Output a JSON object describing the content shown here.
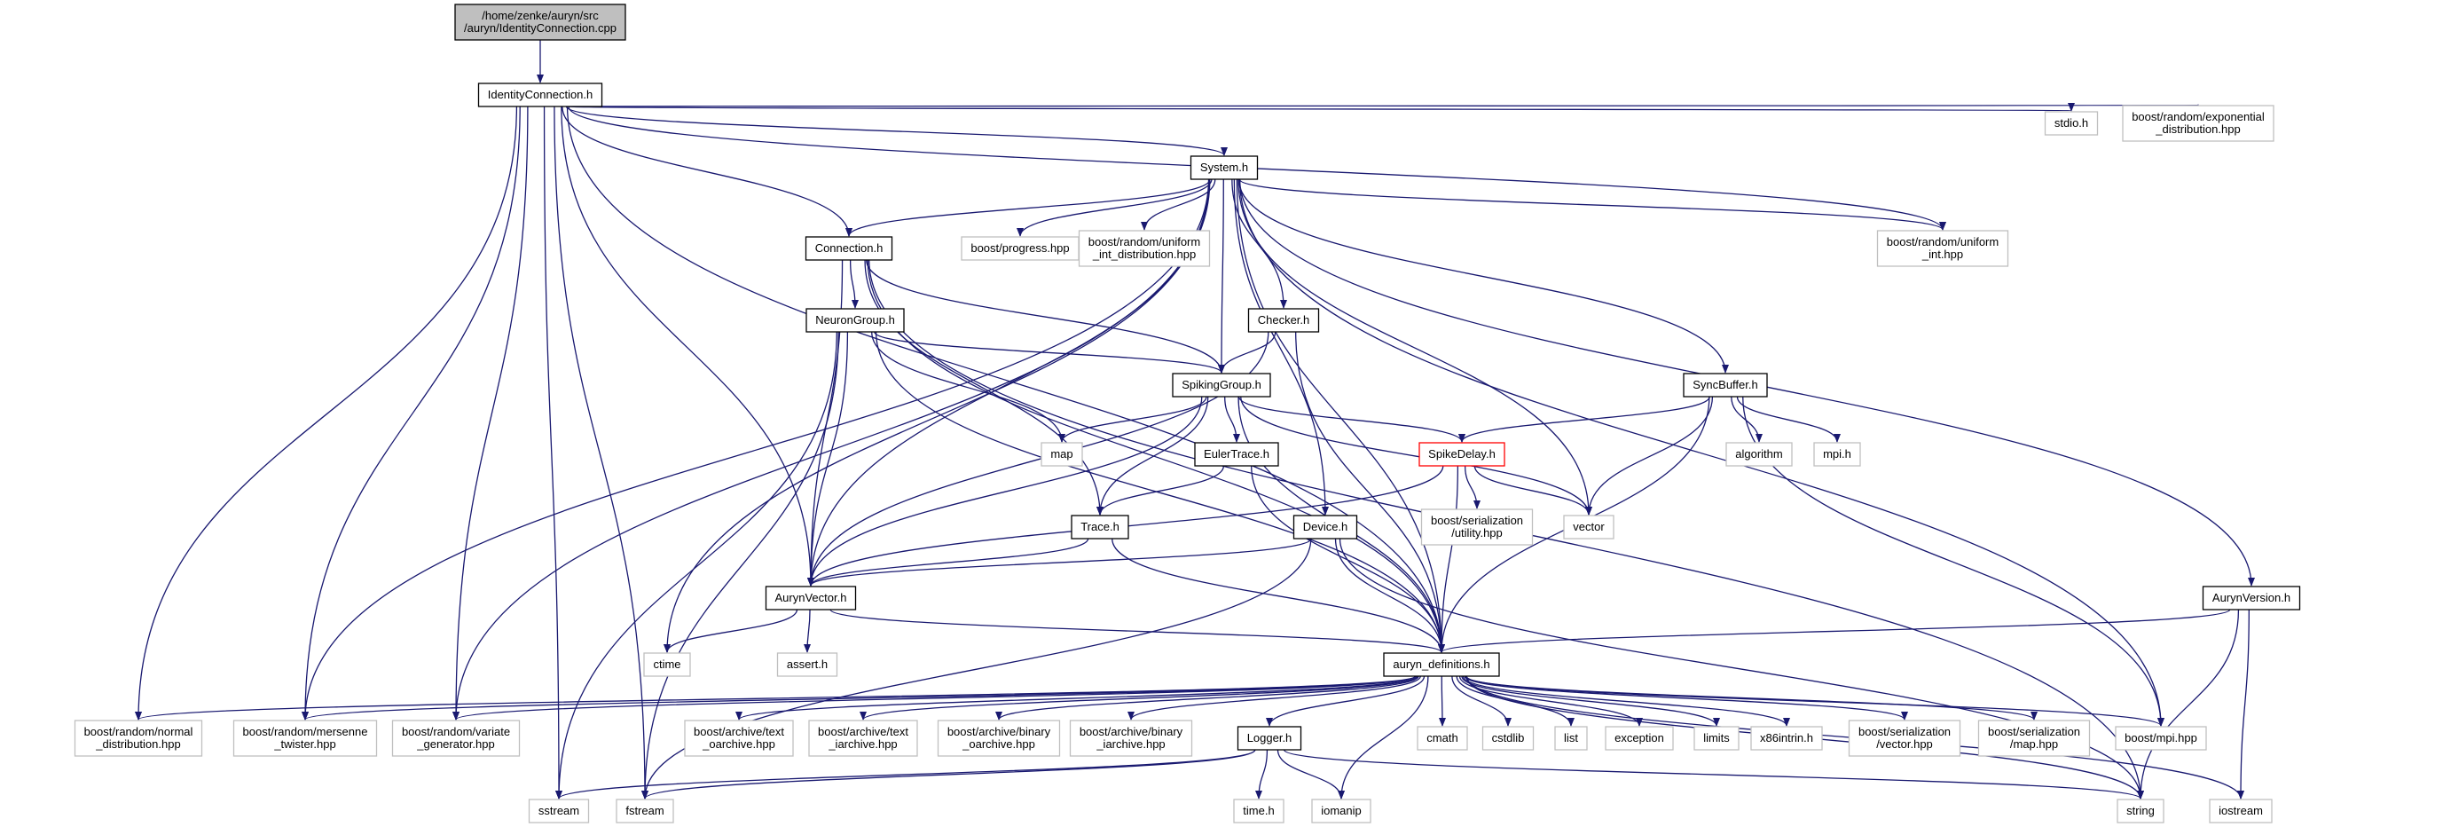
{
  "graph": {
    "title": "",
    "colors": {
      "edge": "#191970",
      "node_border_documented": "#000000",
      "node_border_undocumented": "#bfbfbf",
      "node_border_truncated": "#ff0000",
      "root_fill": "#bfbfbf"
    },
    "nodes": [
      {
        "id": "root",
        "lines": [
          "/home/zenke/auryn/src",
          "/auryn/IdentityConnection.cpp"
        ],
        "style": "root"
      },
      {
        "id": "identityconnection",
        "lines": [
          "IdentityConnection.h"
        ],
        "style": "documented"
      },
      {
        "id": "system",
        "lines": [
          "System.h"
        ],
        "style": "documented"
      },
      {
        "id": "connection",
        "lines": [
          "Connection.h"
        ],
        "style": "documented"
      },
      {
        "id": "neurongroup",
        "lines": [
          "NeuronGroup.h"
        ],
        "style": "documented"
      },
      {
        "id": "checker",
        "lines": [
          "Checker.h"
        ],
        "style": "documented"
      },
      {
        "id": "spikinggroup",
        "lines": [
          "SpikingGroup.h"
        ],
        "style": "documented"
      },
      {
        "id": "eulertrace",
        "lines": [
          "EulerTrace.h"
        ],
        "style": "documented"
      },
      {
        "id": "spikedelay",
        "lines": [
          "SpikeDelay.h"
        ],
        "style": "truncated"
      },
      {
        "id": "syncbuffer",
        "lines": [
          "SyncBuffer.h"
        ],
        "style": "documented"
      },
      {
        "id": "trace",
        "lines": [
          "Trace.h"
        ],
        "style": "documented"
      },
      {
        "id": "device",
        "lines": [
          "Device.h"
        ],
        "style": "documented"
      },
      {
        "id": "aurynvector",
        "lines": [
          "AurynVector.h"
        ],
        "style": "documented"
      },
      {
        "id": "aurynversion",
        "lines": [
          "AurynVersion.h"
        ],
        "style": "documented"
      },
      {
        "id": "auryndefinitions",
        "lines": [
          "auryn_definitions.h"
        ],
        "style": "documented"
      },
      {
        "id": "logger",
        "lines": [
          "Logger.h"
        ],
        "style": "documented"
      },
      {
        "id": "stdio",
        "lines": [
          "stdio.h"
        ],
        "style": "external"
      },
      {
        "id": "boostexp",
        "lines": [
          "boost/random/exponential",
          "_distribution.hpp"
        ],
        "style": "external"
      },
      {
        "id": "boostprogress",
        "lines": [
          "boost/progress.hpp"
        ],
        "style": "external"
      },
      {
        "id": "boostuid",
        "lines": [
          "boost/random/uniform",
          "_int_distribution.hpp"
        ],
        "style": "external"
      },
      {
        "id": "boostuint",
        "lines": [
          "boost/random/uniform",
          "_int.hpp"
        ],
        "style": "external"
      },
      {
        "id": "map",
        "lines": [
          "map"
        ],
        "style": "external"
      },
      {
        "id": "algorithm",
        "lines": [
          "algorithm"
        ],
        "style": "external"
      },
      {
        "id": "mpih",
        "lines": [
          "mpi.h"
        ],
        "style": "external"
      },
      {
        "id": "boostserutil",
        "lines": [
          "boost/serialization",
          "/utility.hpp"
        ],
        "style": "external"
      },
      {
        "id": "vector",
        "lines": [
          "vector"
        ],
        "style": "external"
      },
      {
        "id": "ctime",
        "lines": [
          "ctime"
        ],
        "style": "external"
      },
      {
        "id": "asserth",
        "lines": [
          "assert.h"
        ],
        "style": "external"
      },
      {
        "id": "boostnormal",
        "lines": [
          "boost/random/normal",
          "_distribution.hpp"
        ],
        "style": "external"
      },
      {
        "id": "boostmt",
        "lines": [
          "boost/random/mersenne",
          "_twister.hpp"
        ],
        "style": "external"
      },
      {
        "id": "boostvg",
        "lines": [
          "boost/random/variate",
          "_generator.hpp"
        ],
        "style": "external"
      },
      {
        "id": "boosttextoa",
        "lines": [
          "boost/archive/text",
          "_oarchive.hpp"
        ],
        "style": "external"
      },
      {
        "id": "boosttextia",
        "lines": [
          "boost/archive/text",
          "_iarchive.hpp"
        ],
        "style": "external"
      },
      {
        "id": "boostbinoa",
        "lines": [
          "boost/archive/binary",
          "_oarchive.hpp"
        ],
        "style": "external"
      },
      {
        "id": "boostbinia",
        "lines": [
          "boost/archive/binary",
          "_iarchive.hpp"
        ],
        "style": "external"
      },
      {
        "id": "cmath",
        "lines": [
          "cmath"
        ],
        "style": "external"
      },
      {
        "id": "cstdlib",
        "lines": [
          "cstdlib"
        ],
        "style": "external"
      },
      {
        "id": "list",
        "lines": [
          "list"
        ],
        "style": "external"
      },
      {
        "id": "exception",
        "lines": [
          "exception"
        ],
        "style": "external"
      },
      {
        "id": "limits",
        "lines": [
          "limits"
        ],
        "style": "external"
      },
      {
        "id": "x86intrin",
        "lines": [
          "x86intrin.h"
        ],
        "style": "external"
      },
      {
        "id": "boostservector",
        "lines": [
          "boost/serialization",
          "/vector.hpp"
        ],
        "style": "external"
      },
      {
        "id": "boostsermap",
        "lines": [
          "boost/serialization",
          "/map.hpp"
        ],
        "style": "external"
      },
      {
        "id": "boostmpi",
        "lines": [
          "boost/mpi.hpp"
        ],
        "style": "external"
      },
      {
        "id": "sstream",
        "lines": [
          "sstream"
        ],
        "style": "external"
      },
      {
        "id": "fstream",
        "lines": [
          "fstream"
        ],
        "style": "external"
      },
      {
        "id": "timeh",
        "lines": [
          "time.h"
        ],
        "style": "external"
      },
      {
        "id": "iomanip",
        "lines": [
          "iomanip"
        ],
        "style": "external"
      },
      {
        "id": "string",
        "lines": [
          "string"
        ],
        "style": "external"
      },
      {
        "id": "iostream",
        "lines": [
          "iostream"
        ],
        "style": "external"
      }
    ],
    "edges": [
      [
        "root",
        "identityconnection"
      ],
      [
        "identityconnection",
        "system"
      ],
      [
        "identityconnection",
        "connection"
      ],
      [
        "identityconnection",
        "aurynvector"
      ],
      [
        "identityconnection",
        "auryndefinitions"
      ],
      [
        "identityconnection",
        "stdio"
      ],
      [
        "identityconnection",
        "boostexp"
      ],
      [
        "identityconnection",
        "boostuint"
      ],
      [
        "identityconnection",
        "boostnormal"
      ],
      [
        "identityconnection",
        "boostmt"
      ],
      [
        "identityconnection",
        "boostvg"
      ],
      [
        "identityconnection",
        "sstream"
      ],
      [
        "identityconnection",
        "fstream"
      ],
      [
        "system",
        "connection"
      ],
      [
        "system",
        "checker"
      ],
      [
        "system",
        "spikinggroup"
      ],
      [
        "system",
        "syncbuffer"
      ],
      [
        "system",
        "device"
      ],
      [
        "system",
        "aurynvector"
      ],
      [
        "system",
        "aurynversion"
      ],
      [
        "system",
        "auryndefinitions"
      ],
      [
        "system",
        "boostprogress"
      ],
      [
        "system",
        "boostuid"
      ],
      [
        "system",
        "boostuint"
      ],
      [
        "system",
        "vector"
      ],
      [
        "system",
        "ctime"
      ],
      [
        "system",
        "boostmt"
      ],
      [
        "system",
        "boostvg"
      ],
      [
        "system",
        "boostmpi"
      ],
      [
        "connection",
        "neurongroup"
      ],
      [
        "connection",
        "spikinggroup"
      ],
      [
        "connection",
        "trace"
      ],
      [
        "connection",
        "aurynvector"
      ],
      [
        "connection",
        "auryndefinitions"
      ],
      [
        "connection",
        "string"
      ],
      [
        "neurongroup",
        "spikinggroup"
      ],
      [
        "neurongroup",
        "aurynvector"
      ],
      [
        "neurongroup",
        "auryndefinitions"
      ],
      [
        "neurongroup",
        "map"
      ],
      [
        "neurongroup",
        "sstream"
      ],
      [
        "neurongroup",
        "fstream"
      ],
      [
        "checker",
        "spikinggroup"
      ],
      [
        "checker",
        "aurynvector"
      ],
      [
        "checker",
        "auryndefinitions"
      ],
      [
        "spikinggroup",
        "eulertrace"
      ],
      [
        "spikinggroup",
        "spikedelay"
      ],
      [
        "spikinggroup",
        "trace"
      ],
      [
        "spikinggroup",
        "aurynvector"
      ],
      [
        "spikinggroup",
        "auryndefinitions"
      ],
      [
        "spikinggroup",
        "map"
      ],
      [
        "spikinggroup",
        "vector"
      ],
      [
        "eulertrace",
        "trace"
      ],
      [
        "eulertrace",
        "auryndefinitions"
      ],
      [
        "spikedelay",
        "aurynvector"
      ],
      [
        "spikedelay",
        "auryndefinitions"
      ],
      [
        "spikedelay",
        "boostserutil"
      ],
      [
        "spikedelay",
        "vector"
      ],
      [
        "syncbuffer",
        "spikedelay"
      ],
      [
        "syncbuffer",
        "auryndefinitions"
      ],
      [
        "syncbuffer",
        "algorithm"
      ],
      [
        "syncbuffer",
        "mpih"
      ],
      [
        "syncbuffer",
        "vector"
      ],
      [
        "syncbuffer",
        "boostmpi"
      ],
      [
        "trace",
        "aurynvector"
      ],
      [
        "trace",
        "auryndefinitions"
      ],
      [
        "device",
        "aurynvector"
      ],
      [
        "device",
        "auryndefinitions"
      ],
      [
        "device",
        "fstream"
      ],
      [
        "device",
        "string"
      ],
      [
        "aurynvector",
        "auryndefinitions"
      ],
      [
        "aurynvector",
        "ctime"
      ],
      [
        "aurynvector",
        "asserth"
      ],
      [
        "aurynversion",
        "auryndefinitions"
      ],
      [
        "aurynversion",
        "string"
      ],
      [
        "aurynversion",
        "iostream"
      ],
      [
        "auryndefinitions",
        "logger"
      ],
      [
        "auryndefinitions",
        "boostnormal"
      ],
      [
        "auryndefinitions",
        "boostmt"
      ],
      [
        "auryndefinitions",
        "boostvg"
      ],
      [
        "auryndefinitions",
        "boosttextoa"
      ],
      [
        "auryndefinitions",
        "boosttextia"
      ],
      [
        "auryndefinitions",
        "boostbinoa"
      ],
      [
        "auryndefinitions",
        "boostbinia"
      ],
      [
        "auryndefinitions",
        "cmath"
      ],
      [
        "auryndefinitions",
        "cstdlib"
      ],
      [
        "auryndefinitions",
        "list"
      ],
      [
        "auryndefinitions",
        "exception"
      ],
      [
        "auryndefinitions",
        "limits"
      ],
      [
        "auryndefinitions",
        "x86intrin"
      ],
      [
        "auryndefinitions",
        "boostservector"
      ],
      [
        "auryndefinitions",
        "boostsermap"
      ],
      [
        "auryndefinitions",
        "boostmpi"
      ],
      [
        "auryndefinitions",
        "iomanip"
      ],
      [
        "auryndefinitions",
        "string"
      ],
      [
        "auryndefinitions",
        "iostream"
      ],
      [
        "logger",
        "sstream"
      ],
      [
        "logger",
        "fstream"
      ],
      [
        "logger",
        "timeh"
      ],
      [
        "logger",
        "iomanip"
      ],
      [
        "logger",
        "string"
      ]
    ]
  }
}
